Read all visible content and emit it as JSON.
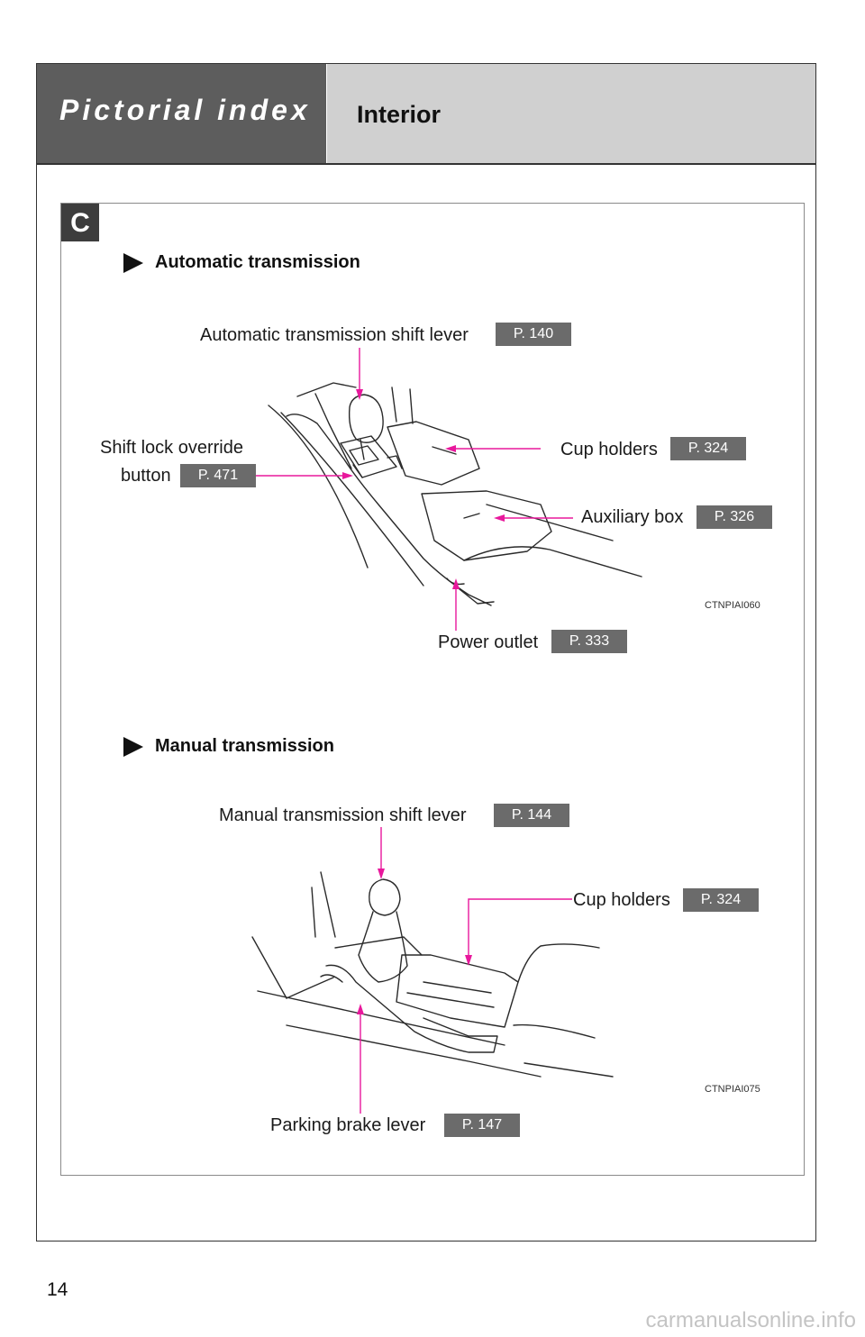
{
  "header": {
    "title": "Pictorial index",
    "section": "Interior"
  },
  "section_badge": "C",
  "automatic": {
    "heading": "Automatic transmission",
    "shift_lever": {
      "label": "Automatic transmission shift lever",
      "page": "P. 140"
    },
    "shift_lock": {
      "label_line1": "Shift lock override",
      "label_line2": "button",
      "page": "P. 471"
    },
    "cup_holders": {
      "label": "Cup holders",
      "page": "P. 324"
    },
    "auxiliary_box": {
      "label": "Auxiliary box",
      "page": "P. 326"
    },
    "power_outlet": {
      "label": "Power outlet",
      "page": "P. 333"
    },
    "figure_code": "CTNPIAI060"
  },
  "manual": {
    "heading": "Manual transmission",
    "shift_lever": {
      "label": "Manual transmission shift lever",
      "page": "P. 144"
    },
    "cup_holders": {
      "label": "Cup holders",
      "page": "P. 324"
    },
    "parking_brake": {
      "label": "Parking brake lever",
      "page": "P. 147"
    },
    "figure_code": "CTNPIAI075"
  },
  "page_number": "14",
  "watermark": "carmanualsonline.info",
  "colors": {
    "leader": "#e8189c",
    "header_dark": "#5d5d5d",
    "header_light": "#d0d0d0",
    "page_ref_bg": "#6b6b6b"
  }
}
